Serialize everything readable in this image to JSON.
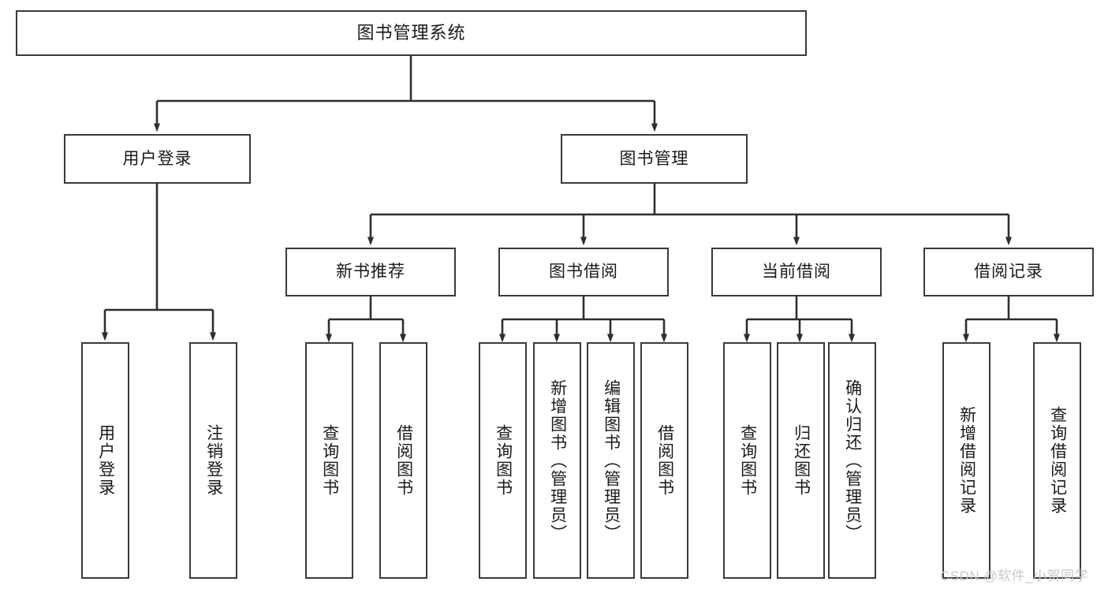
{
  "diagram": {
    "title": "图书管理系统",
    "type": "tree-hierarchy-diagram",
    "root": {
      "label": "图书管理系统"
    },
    "level2": [
      {
        "label": "用户登录"
      },
      {
        "label": "图书管理"
      }
    ],
    "level3": [
      {
        "label": "新书推荐"
      },
      {
        "label": "图书借阅"
      },
      {
        "label": "当前借阅"
      },
      {
        "label": "借阅记录"
      }
    ],
    "leaves": {
      "user_login": [
        {
          "label": "用户登录"
        },
        {
          "label": "注销登录"
        }
      ],
      "new_book_recommend": [
        {
          "label": "查询图书"
        },
        {
          "label": "借阅图书"
        }
      ],
      "book_borrow": [
        {
          "label": "查询图书"
        },
        {
          "label": "新增图书（管理员）"
        },
        {
          "label": "编辑图书（管理员）"
        },
        {
          "label": "借阅图书"
        }
      ],
      "current_borrow": [
        {
          "label": "查询图书"
        },
        {
          "label": "归还图书"
        },
        {
          "label": "确认归还（管理员）"
        }
      ],
      "borrow_record": [
        {
          "label": "新增借阅记录"
        },
        {
          "label": "查询借阅记录"
        }
      ]
    },
    "watermark": "CSDN @软件_小贺同学",
    "colors": {
      "border": "#3a3a3a",
      "background": "#ffffff",
      "text": "#1a1a1a",
      "watermark": "#c9c9c9",
      "connector": "#2e2e2e"
    }
  }
}
